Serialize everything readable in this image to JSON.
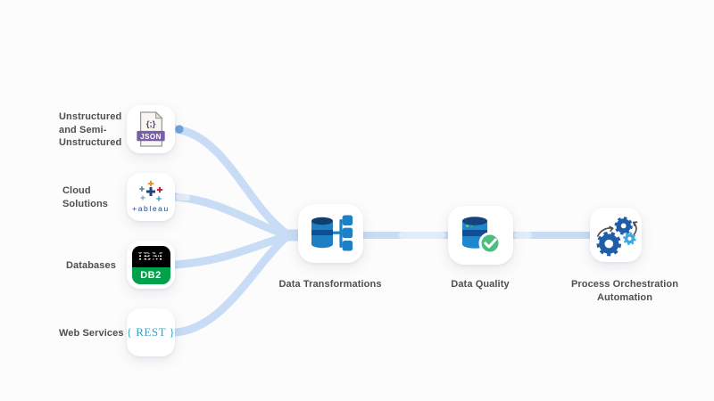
{
  "diagram": {
    "title": "data-integration-pipeline",
    "sources": [
      {
        "label": "Unstructured\nand Semi-\nUnstructured",
        "icon": "json-file-icon"
      },
      {
        "label": "Cloud\nSolutions",
        "icon": "tableau-icon"
      },
      {
        "label": "Databases",
        "icon": "ibm-db2-icon"
      },
      {
        "label": "Web Services",
        "icon": "rest-icon"
      }
    ],
    "stages": [
      {
        "label": "Data Transformations",
        "icon": "database-branch-icon"
      },
      {
        "label": "Data Quality",
        "icon": "database-check-icon"
      },
      {
        "label": "Process Orchestration\nAutomation",
        "icon": "gears-icon"
      }
    ]
  },
  "icon_text": {
    "json_symbols": "{;}",
    "json_badge": "JSON",
    "tableau_wordmark": "+ableau",
    "ibm": "IBM",
    "db2": "DB2",
    "rest": "{ REST }"
  },
  "palette": {
    "connector": "#c8dcf5",
    "particle": "#6fa3dc",
    "card_bg": "#ffffff",
    "label_text": "#4f4f4f",
    "db_blue": "#1e7fc4",
    "db_dark_blue": "#123e6e",
    "db_band_blue": "#0f4e92",
    "check_green": "#4dbd82",
    "ibm_green": "#00A14B",
    "json_purple": "#7a5fa5",
    "rest_teal": "#33a3bf",
    "tableau_navy": "#1f447e",
    "gear_blue": "#1e5da8",
    "gear_light_blue": "#3fa9e0"
  }
}
